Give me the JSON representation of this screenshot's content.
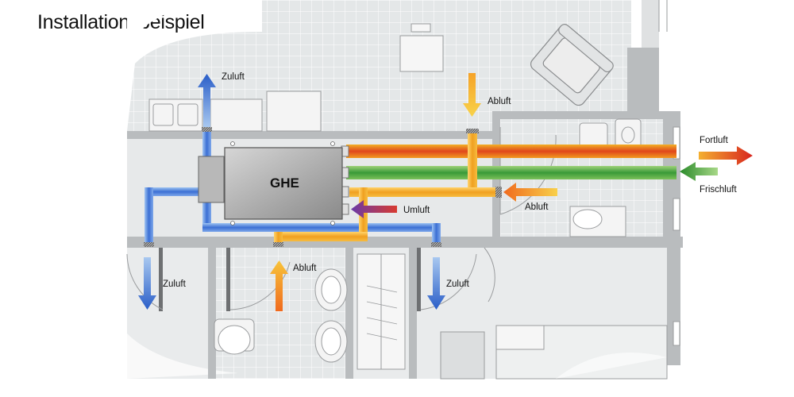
{
  "title": "Installationsbeispiel",
  "unit_label": "GHE",
  "labels": {
    "zuluft_top": "Zuluft",
    "abluft_top": "Abluft",
    "fortluft": "Fortluft",
    "frischluft": "Frischluft",
    "abluft_right": "Abluft",
    "umluft": "Umluft",
    "zuluft_left": "Zuluft",
    "abluft_bottom": "Abluft",
    "zuluft_right": "Zuluft"
  },
  "colors": {
    "supply_blue": "#3b6fd4",
    "exhaust_orange": "#f0a020",
    "fortluft_red": "#d8341e",
    "frischluft_green": "#3a9a38",
    "umluft_purple": "#7a3e9a",
    "unit_gray": "#9a9a9a"
  }
}
